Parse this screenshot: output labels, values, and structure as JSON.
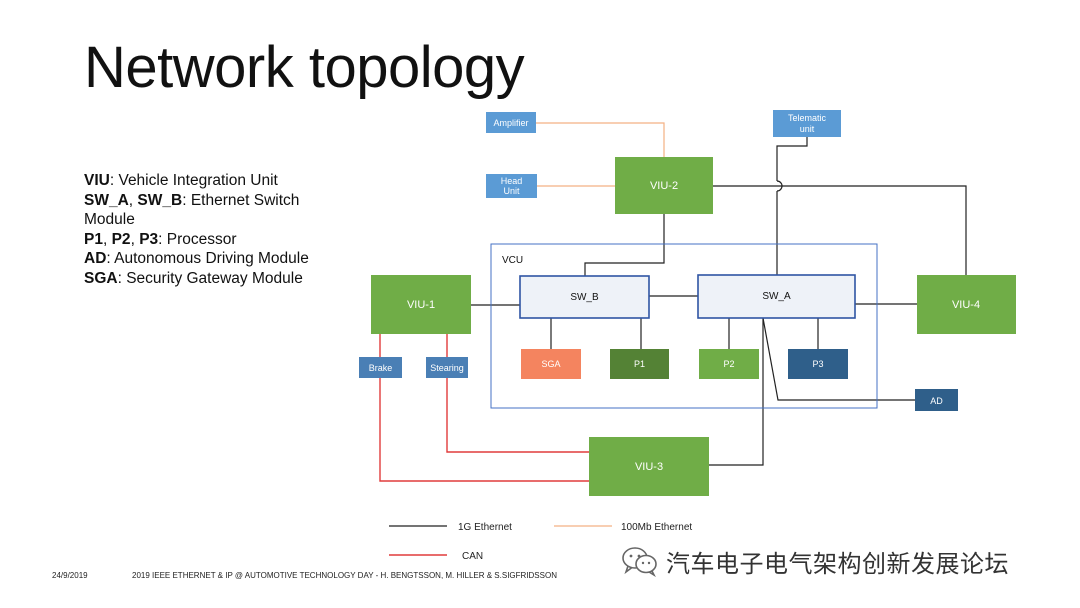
{
  "title": "Network topology",
  "definitions": [
    {
      "term": "VIU",
      "text": ": Vehicle Integration Unit"
    },
    {
      "term": "SW_A",
      "sep": ", ",
      "term2": "SW_B",
      "text": ": Ethernet Switch"
    },
    {
      "text": "Module"
    },
    {
      "term": "P1",
      "sep": ", ",
      "term2": "P2",
      "sep2": ", ",
      "term3": "P3",
      "text": ": Processor"
    },
    {
      "term": "AD",
      "text": ": Autonomous Driving Module"
    },
    {
      "term": "SGA",
      "text": ": Security Gateway Module"
    }
  ],
  "nodes": {
    "amplifier": "Amplifier",
    "head_unit_1": "Head",
    "head_unit_2": "Unit",
    "telematic_1": "Telematic",
    "telematic_2": "unit",
    "viu2": "VIU-2",
    "vcu": "VCU",
    "viu1": "VIU-1",
    "sw_b": "SW_B",
    "sw_a": "SW_A",
    "viu4": "VIU-4",
    "brake": "Brake",
    "stearing": "Stearing",
    "sga": "SGA",
    "p1": "P1",
    "p2": "P2",
    "p3": "P3",
    "ad": "AD",
    "viu3": "VIU-3"
  },
  "link_legend": {
    "ethernet_1g": "1G Ethernet",
    "ethernet_100mb": "100Mb Ethernet",
    "can": "CAN"
  },
  "colors": {
    "green": "#70ad47",
    "dark_green": "#548235",
    "light_blue": "#5b9bd5",
    "steel_blue": "#4a7fb5",
    "dark_blue": "#2f5f8a",
    "orange": "#f4845f",
    "ethernet_1g": "#222222",
    "ethernet_100mb": "#f4b183",
    "can": "#e03c3c",
    "vcu_border": "#4472c4"
  },
  "footer": {
    "date": "24/9/2019",
    "credit": "2019 IEEE ETHERNET & IP @ AUTOMOTIVE TECHNOLOGY DAY - H. BENGTSSON, M. HILLER & S.SIGFRIDSSON"
  },
  "watermark": {
    "text": "汽车电子电气架构创新发展论坛",
    "logo_icon": "wechat-logo-icon"
  }
}
